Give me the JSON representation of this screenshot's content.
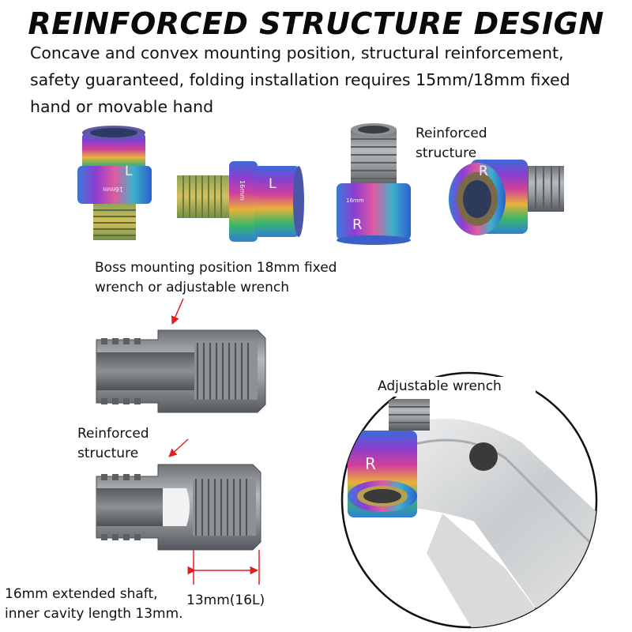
{
  "header": {
    "title": "REINFORCED STRUCTURE DESIGN",
    "description": "Concave and convex mounting position, structural reinforcement, safety guaranteed, folding installation requires 15mm/18mm fixed hand or movable hand"
  },
  "products": {
    "left_mark": "L",
    "right_mark": "R",
    "size_mark": "16mm"
  },
  "labels": {
    "reinforced_top": "Reinforced structure",
    "boss_mounting": "Boss mounting position 18mm fixed wrench or adjustable wrench",
    "reinforced_left": "Reinforced structure",
    "adjustable_wrench": "Adjustable wrench",
    "dimension": "13mm(16L)",
    "extended_shaft": "16mm extended shaft, inner cavity length 13mm."
  },
  "icons": [
    "bolt-l-upright",
    "bolt-l-sideways",
    "bolt-r-upright",
    "bolt-r-angled",
    "cross-section-top",
    "cross-section-bottom",
    "arrow-icon",
    "wrench-photo"
  ],
  "colors": {
    "accent_red": "#e02020",
    "steel": "#9a9ea3",
    "text": "#111111"
  }
}
